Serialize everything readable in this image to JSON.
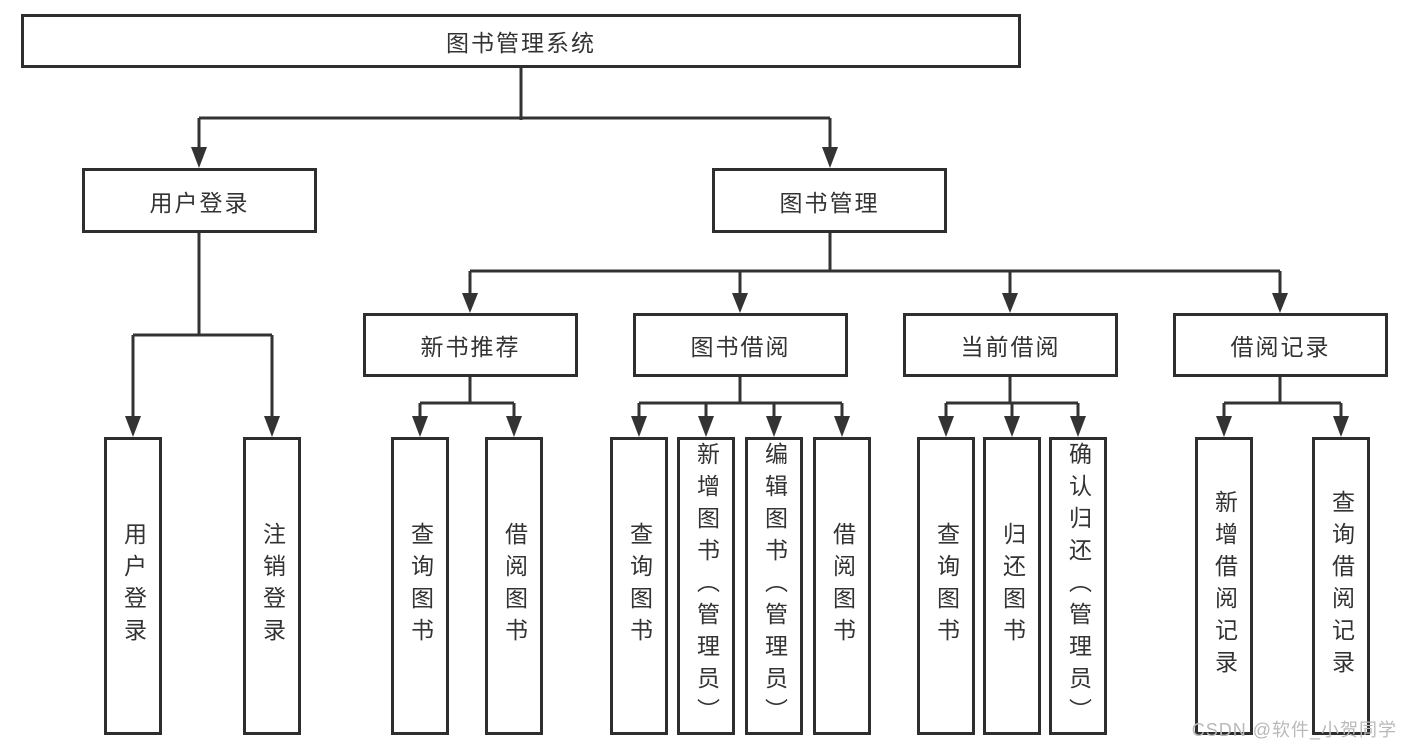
{
  "diagram": {
    "title": "图书管理系统",
    "level2": [
      "用户登录",
      "图书管理"
    ],
    "level3": [
      "新书推荐",
      "图书借阅",
      "当前借阅",
      "借阅记录"
    ],
    "leaves": {
      "login": [
        "用户登录",
        "注销登录"
      ],
      "newbook": [
        "查询图书",
        "借阅图书"
      ],
      "borrow": [
        "查询图书",
        "新增图书（管理员）",
        "编辑图书（管理员）",
        "借阅图书"
      ],
      "current": [
        "查询图书",
        "归还图书",
        "确认归还（管理员）"
      ],
      "records": [
        "新增借阅记录",
        "查询借阅记录"
      ]
    },
    "watermark": "CSDN @软件_小贺同学",
    "colors": {
      "line": "#333333",
      "text": "#333333",
      "watermark": "#b9b9b9",
      "background": "#ffffff"
    }
  }
}
